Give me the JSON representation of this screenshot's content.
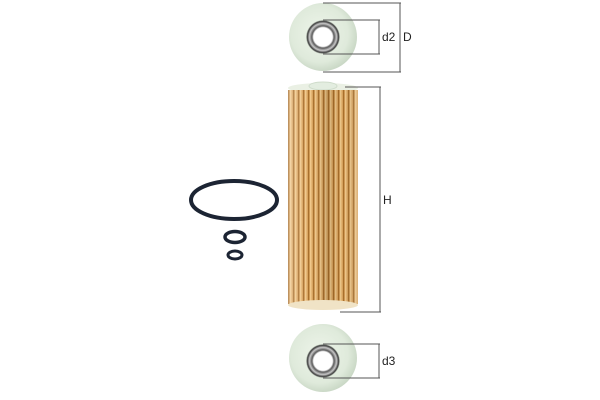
{
  "diagram": {
    "subject": "oil filter element with seal rings",
    "colors": {
      "background": "#ffffff",
      "cap": "#dfeadb",
      "cap_shadow": "#c4d3c0",
      "filter_paper": "#d9a45e",
      "filter_pleat_dark": "#a86f2c",
      "filter_pleat_light": "#f0c88a",
      "o_ring": "#1c2433",
      "dimension_line": "#555555"
    },
    "dimensions": {
      "outer_diameter": "D",
      "top_inner_diameter": "d2",
      "bottom_inner_diameter": "d3",
      "height": "H"
    },
    "parts": [
      {
        "id": "top-end-cap",
        "label": "top end cap"
      },
      {
        "id": "filter-element",
        "label": "pleated filter element"
      },
      {
        "id": "bottom-end-cap",
        "label": "bottom end cap"
      },
      {
        "id": "large-o-ring",
        "label": "large O-ring"
      },
      {
        "id": "small-o-ring",
        "label": "small O-ring"
      },
      {
        "id": "smallest-o-ring",
        "label": "smallest O-ring"
      }
    ]
  }
}
